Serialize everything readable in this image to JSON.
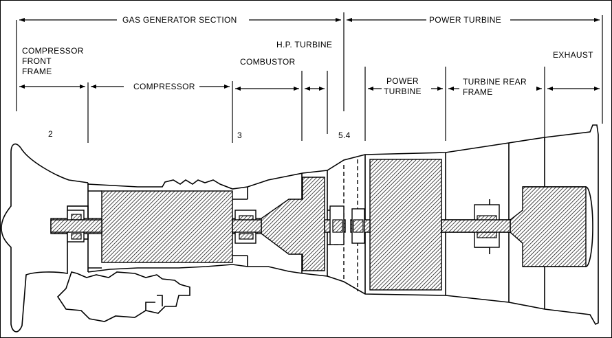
{
  "sections": {
    "gas_generator": "GAS GENERATOR SECTION",
    "power_turbine": "POWER TURBINE"
  },
  "components": {
    "compressor_front_frame": [
      "COMPRESSOR",
      "FRONT",
      "FRAME"
    ],
    "compressor": "COMPRESSOR",
    "combustor": "COMBUSTOR",
    "hp_turbine": "H.P. TURBINE",
    "power_turbine": [
      "POWER",
      "TURBINE"
    ],
    "turbine_rear_frame": [
      "TURBINE REAR",
      "FRAME"
    ],
    "exhaust": "EXHAUST"
  },
  "stations": [
    "2",
    "3",
    "5.4"
  ]
}
